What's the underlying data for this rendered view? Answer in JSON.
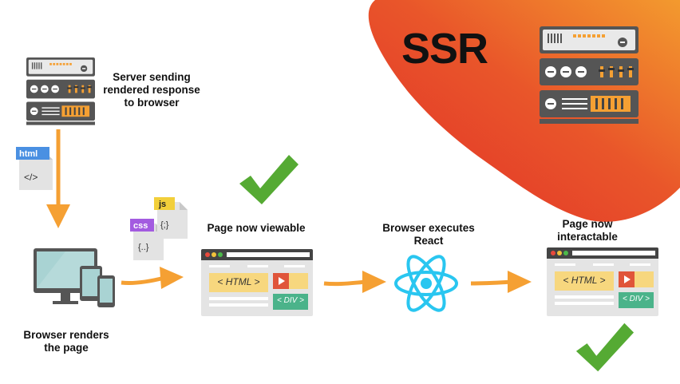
{
  "title": "SSR",
  "colors": {
    "accent_red": "#e23a26",
    "accent_orange": "#f08a2a",
    "arrow": "#f5a033",
    "check": "#55aa33",
    "react": "#29c6f0",
    "server_dark": "#555555",
    "html_tag_blue": "#4a90e2",
    "css_tag_purple": "#a35be0",
    "js_tag_yellow": "#f2cf3a"
  },
  "steps": {
    "server_sending": "Server sending rendered response to browser",
    "browser_renders": "Browser renders the page",
    "page_viewable": "Page now viewable",
    "browser_executes": "Browser executes React",
    "page_interactable": "Page now interactable"
  },
  "files": {
    "html_tag": "html",
    "html_body": "</>",
    "css_tag": "css",
    "css_body": "{..}",
    "js_tag": "js",
    "js_body": "{;}"
  },
  "mockups": {
    "html_label": "< HTML >",
    "div_label": "< DIV >"
  },
  "icons": [
    "server-icon",
    "html-file-icon",
    "css-file-icon",
    "js-file-icon",
    "devices-icon",
    "browser-window-icon",
    "react-logo-icon",
    "checkmark-icon",
    "arrow-icon"
  ]
}
